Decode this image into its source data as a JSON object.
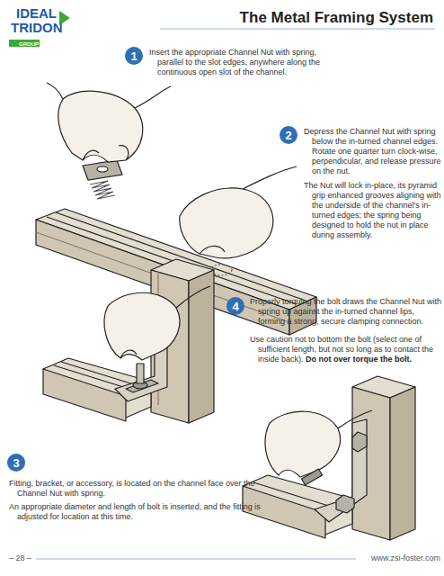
{
  "diagram": {
    "title": "The Metal Framing System",
    "nodes": [
      {
        "text": [
          "1"
        ]
      },
      {
        "text": [
          "2"
        ]
      },
      {
        "text": [
          "3"
        ]
      },
      {
        "text": [
          "4"
        ]
      }
    ],
    "labels": [
      "IDEAL",
      "TRIDON",
      "GROUP",
      "Insert the appropriate Channel Nut with spring, parallel to the slot edges, anywhere along the continuous open slot of the channel.",
      "Depress the Channel Nut with spring below the in-turned channel edges. Rotate one quarter turn clock-wise, perpendicular, and release pressure on the nut.",
      "The Nut will lock in-place, its pyramid grip enhanced grooves aligning with the underside of the channel's in-turned edges; the spring being designed to hold the nut in place during assembly.",
      "Properly torquing the bolt draws the Channel Nut with spring up against the in-turned channel lips, forming a strong, secure clamping connection.",
      "Use caution not to bottom the bolt (select one of sufficient length, but not so long as to contact the inside back).",
      "Do not over torque the bolt.",
      "Fitting, bracket, or accessory, is located on the channel face over the Channel Nut with spring.",
      "An appropriate diameter and length of bolt is inserted, and the fitting is adjusted for location at this time.",
      "– 28 –",
      "www.zsi-foster.com"
    ]
  }
}
